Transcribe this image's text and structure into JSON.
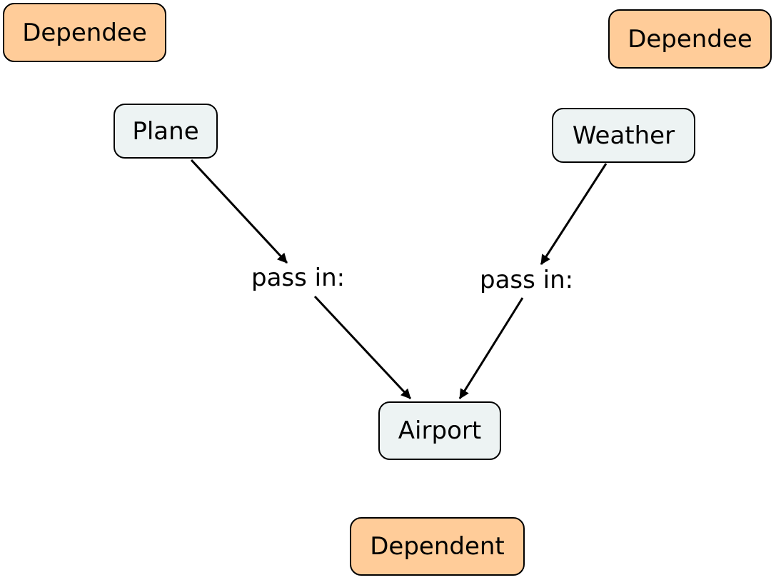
{
  "legend": {
    "dependee_left": "Dependee",
    "dependee_right": "Dependee",
    "dependent": "Dependent"
  },
  "concepts": {
    "plane": "Plane",
    "weather": "Weather",
    "airport": "Airport"
  },
  "links": {
    "left_label": "pass in:",
    "right_label": "pass in:"
  },
  "colors": {
    "legend_fill": "#ffcc99",
    "concept_fill": "#edf3f3",
    "stroke": "#000000"
  }
}
